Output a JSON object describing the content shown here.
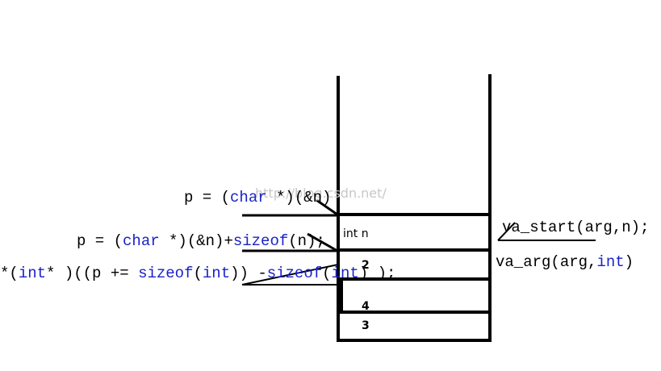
{
  "watermark": "http://blog.csdn.net/",
  "stack": {
    "cells": [
      {
        "label": "int  n",
        "value": ""
      },
      {
        "label": "",
        "value": "2"
      },
      {
        "label": "",
        "value": "4"
      },
      {
        "label": "",
        "value": "3"
      }
    ]
  },
  "left_code": [
    {
      "parts": [
        "p = (",
        "char",
        " *)(&n)"
      ]
    },
    {
      "parts": [
        "p = (",
        "char",
        " *)(&n)+",
        "sizeof",
        "(n);"
      ]
    },
    {
      "parts": [
        "*(",
        "int",
        "* )((p += ",
        "sizeof",
        "(",
        "int",
        ")) -",
        "sizeof",
        "(",
        "int",
        ") );"
      ]
    }
  ],
  "right_code": [
    {
      "parts": [
        "va_start(arg,n);"
      ]
    },
    {
      "parts": [
        "va_arg(arg,",
        "int",
        ")"
      ]
    }
  ],
  "colors": {
    "line": "#000000",
    "keyword": "#1a22c8",
    "watermark": "#c8c8c8",
    "background": "#ffffff"
  }
}
